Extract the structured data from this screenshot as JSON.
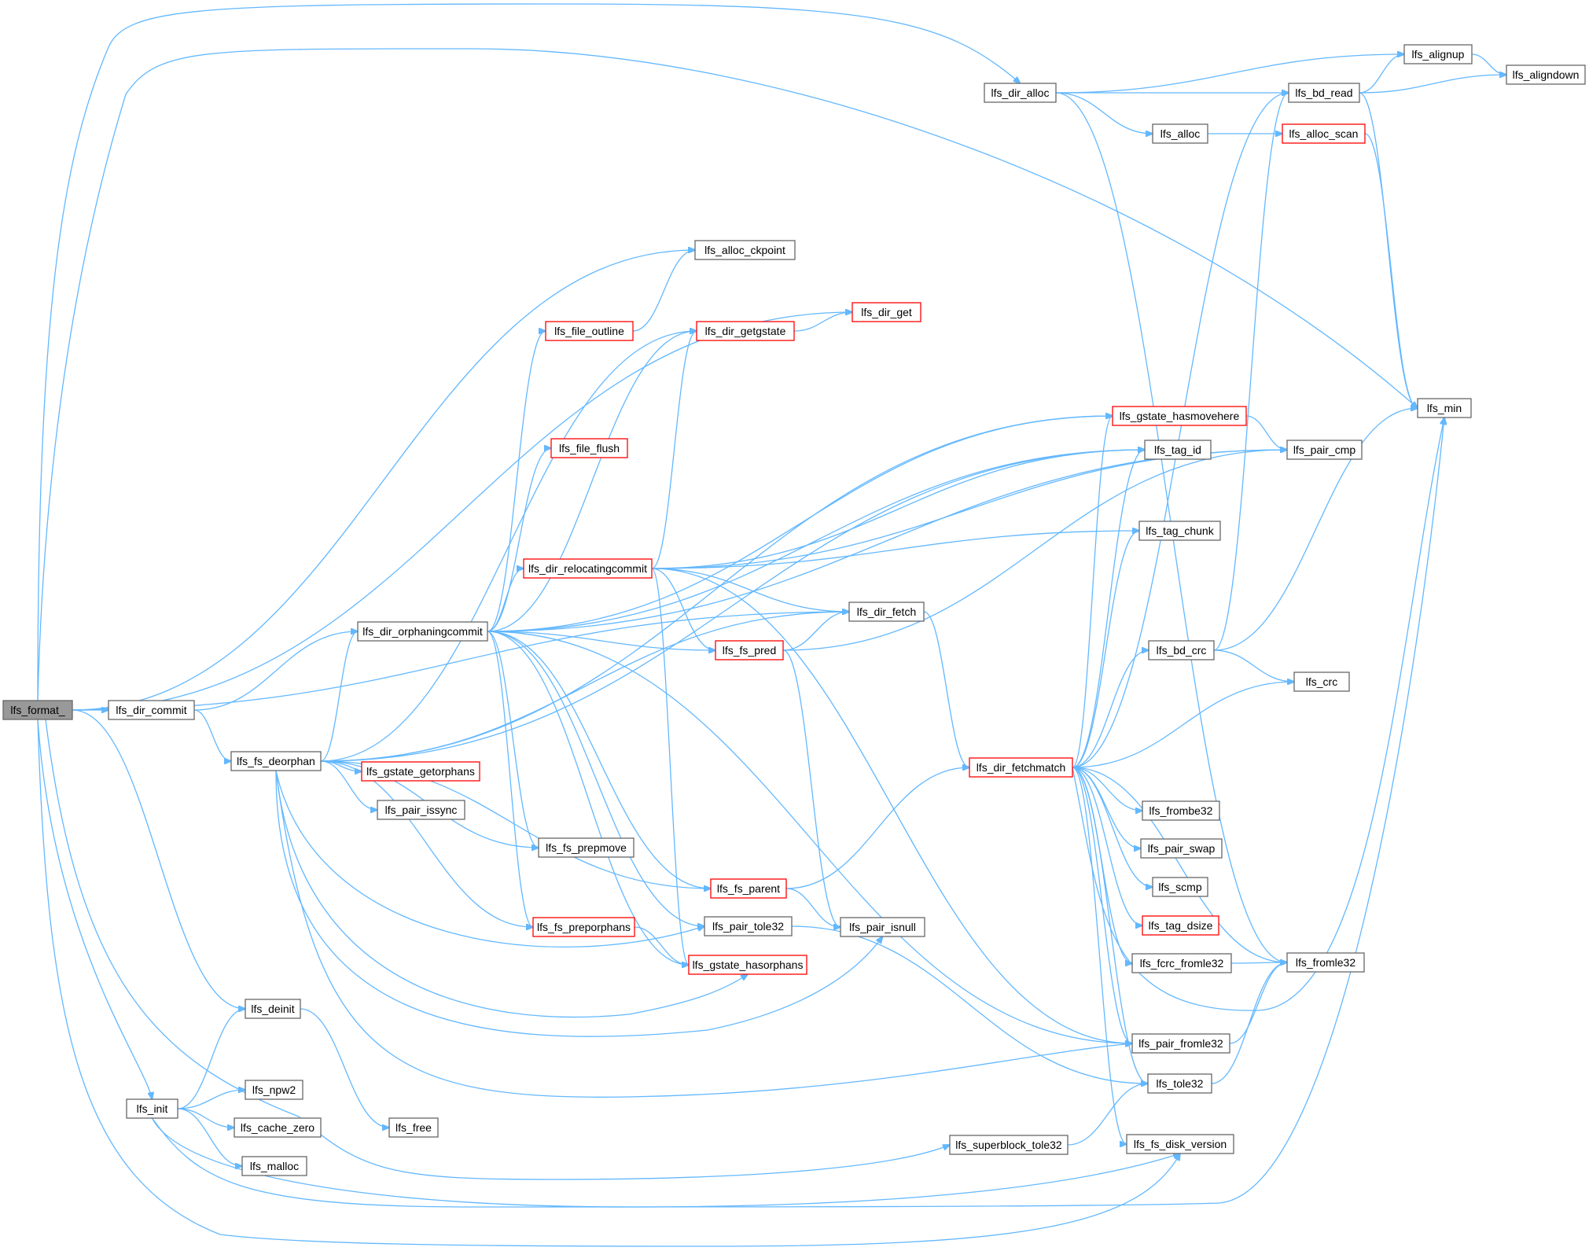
{
  "nodes": [
    {
      "id": "lfs_format_",
      "label": "lfs_format_",
      "style": "root"
    },
    {
      "id": "lfs_dir_commit",
      "label": "lfs_dir_commit",
      "style": "normal"
    },
    {
      "id": "lfs_fs_deorphan",
      "label": "lfs_fs_deorphan",
      "style": "normal"
    },
    {
      "id": "lfs_dir_orphaningcommit",
      "label": "lfs_dir_orphaningcommit",
      "style": "normal"
    },
    {
      "id": "lfs_deinit",
      "label": "lfs_deinit",
      "style": "normal"
    },
    {
      "id": "lfs_init",
      "label": "lfs_init",
      "style": "normal"
    },
    {
      "id": "lfs_npw2",
      "label": "lfs_npw2",
      "style": "normal"
    },
    {
      "id": "lfs_cache_zero",
      "label": "lfs_cache_zero",
      "style": "normal"
    },
    {
      "id": "lfs_malloc",
      "label": "lfs_malloc",
      "style": "normal"
    },
    {
      "id": "lfs_free",
      "label": "lfs_free",
      "style": "normal"
    },
    {
      "id": "lfs_alloc_ckpoint",
      "label": "lfs_alloc_ckpoint",
      "style": "normal"
    },
    {
      "id": "lfs_file_outline",
      "label": "lfs_file_outline",
      "style": "red"
    },
    {
      "id": "lfs_dir_getgstate",
      "label": "lfs_dir_getgstate",
      "style": "red"
    },
    {
      "id": "lfs_dir_get",
      "label": "lfs_dir_get",
      "style": "red"
    },
    {
      "id": "lfs_file_flush",
      "label": "lfs_file_flush",
      "style": "red"
    },
    {
      "id": "lfs_dir_relocatingcommit",
      "label": "lfs_dir_relocatingcommit",
      "style": "red"
    },
    {
      "id": "lfs_gstate_getorphans",
      "label": "lfs_gstate_getorphans",
      "style": "red"
    },
    {
      "id": "lfs_pair_issync",
      "label": "lfs_pair_issync",
      "style": "normal"
    },
    {
      "id": "lfs_fs_prepmove",
      "label": "lfs_fs_prepmove",
      "style": "normal"
    },
    {
      "id": "lfs_fs_preporphans",
      "label": "lfs_fs_preporphans",
      "style": "red"
    },
    {
      "id": "lfs_fs_pred",
      "label": "lfs_fs_pred",
      "style": "red"
    },
    {
      "id": "lfs_fs_parent",
      "label": "lfs_fs_parent",
      "style": "red"
    },
    {
      "id": "lfs_pair_tole32",
      "label": "lfs_pair_tole32",
      "style": "normal"
    },
    {
      "id": "lfs_gstate_hasorphans",
      "label": "lfs_gstate_hasorphans",
      "style": "red"
    },
    {
      "id": "lfs_dir_fetch",
      "label": "lfs_dir_fetch",
      "style": "normal"
    },
    {
      "id": "lfs_pair_isnull",
      "label": "lfs_pair_isnull",
      "style": "normal"
    },
    {
      "id": "lfs_dir_fetchmatch",
      "label": "lfs_dir_fetchmatch",
      "style": "red"
    },
    {
      "id": "lfs_superblock_tole32",
      "label": "lfs_superblock_tole32",
      "style": "normal"
    },
    {
      "id": "lfs_dir_alloc",
      "label": "lfs_dir_alloc",
      "style": "normal"
    },
    {
      "id": "lfs_alloc",
      "label": "lfs_alloc",
      "style": "normal"
    },
    {
      "id": "lfs_gstate_hasmovehere",
      "label": "lfs_gstate_hasmovehere",
      "style": "red"
    },
    {
      "id": "lfs_tag_id",
      "label": "lfs_tag_id",
      "style": "normal"
    },
    {
      "id": "lfs_tag_chunk",
      "label": "lfs_tag_chunk",
      "style": "normal"
    },
    {
      "id": "lfs_bd_crc",
      "label": "lfs_bd_crc",
      "style": "normal"
    },
    {
      "id": "lfs_frombe32",
      "label": "lfs_frombe32",
      "style": "normal"
    },
    {
      "id": "lfs_pair_swap",
      "label": "lfs_pair_swap",
      "style": "normal"
    },
    {
      "id": "lfs_scmp",
      "label": "lfs_scmp",
      "style": "normal"
    },
    {
      "id": "lfs_tag_dsize",
      "label": "lfs_tag_dsize",
      "style": "red"
    },
    {
      "id": "lfs_fcrc_fromle32",
      "label": "lfs_fcrc_fromle32",
      "style": "normal"
    },
    {
      "id": "lfs_pair_fromle32",
      "label": "lfs_pair_fromle32",
      "style": "normal"
    },
    {
      "id": "lfs_tole32",
      "label": "lfs_tole32",
      "style": "normal"
    },
    {
      "id": "lfs_fs_disk_version",
      "label": "lfs_fs_disk_version",
      "style": "normal"
    },
    {
      "id": "lfs_bd_read",
      "label": "lfs_bd_read",
      "style": "normal"
    },
    {
      "id": "lfs_alloc_scan",
      "label": "lfs_alloc_scan",
      "style": "red"
    },
    {
      "id": "lfs_alignup",
      "label": "lfs_alignup",
      "style": "normal"
    },
    {
      "id": "lfs_aligndown",
      "label": "lfs_aligndown",
      "style": "normal"
    },
    {
      "id": "lfs_min",
      "label": "lfs_min",
      "style": "normal"
    },
    {
      "id": "lfs_pair_cmp",
      "label": "lfs_pair_cmp",
      "style": "normal"
    },
    {
      "id": "lfs_crc",
      "label": "lfs_crc",
      "style": "normal"
    },
    {
      "id": "lfs_fromle32",
      "label": "lfs_fromle32",
      "style": "normal"
    }
  ],
  "edges": [
    [
      "lfs_format_",
      "lfs_dir_commit"
    ],
    [
      "lfs_format_",
      "lfs_dir_alloc"
    ],
    [
      "lfs_format_",
      "lfs_min"
    ],
    [
      "lfs_format_",
      "lfs_dir_get"
    ],
    [
      "lfs_format_",
      "lfs_alloc_ckpoint"
    ],
    [
      "lfs_format_",
      "lfs_deinit"
    ],
    [
      "lfs_format_",
      "lfs_init"
    ],
    [
      "lfs_format_",
      "lfs_superblock_tole32"
    ],
    [
      "lfs_format_",
      "lfs_fs_disk_version"
    ],
    [
      "lfs_format_",
      "lfs_dir_fetch"
    ],
    [
      "lfs_dir_commit",
      "lfs_dir_orphaningcommit"
    ],
    [
      "lfs_dir_commit",
      "lfs_fs_deorphan"
    ],
    [
      "lfs_fs_deorphan",
      "lfs_dir_orphaningcommit"
    ],
    [
      "lfs_fs_deorphan",
      "lfs_gstate_getorphans"
    ],
    [
      "lfs_fs_deorphan",
      "lfs_pair_issync"
    ],
    [
      "lfs_fs_deorphan",
      "lfs_fs_prepmove"
    ],
    [
      "lfs_fs_deorphan",
      "lfs_fs_parent"
    ],
    [
      "lfs_fs_deorphan",
      "lfs_fs_preporphans"
    ],
    [
      "lfs_fs_deorphan",
      "lfs_pair_tole32"
    ],
    [
      "lfs_fs_deorphan",
      "lfs_gstate_hasorphans"
    ],
    [
      "lfs_fs_deorphan",
      "lfs_pair_isnull"
    ],
    [
      "lfs_fs_deorphan",
      "lfs_pair_fromle32"
    ],
    [
      "lfs_fs_deorphan",
      "lfs_dir_fetch"
    ],
    [
      "lfs_fs_deorphan",
      "lfs_dir_getgstate"
    ],
    [
      "lfs_fs_deorphan",
      "lfs_gstate_hasmovehere"
    ],
    [
      "lfs_fs_deorphan",
      "lfs_tag_id"
    ],
    [
      "lfs_dir_orphaningcommit",
      "lfs_file_outline"
    ],
    [
      "lfs_dir_orphaningcommit",
      "lfs_dir_getgstate"
    ],
    [
      "lfs_dir_orphaningcommit",
      "lfs_file_flush"
    ],
    [
      "lfs_dir_orphaningcommit",
      "lfs_gstate_hasmovehere"
    ],
    [
      "lfs_dir_orphaningcommit",
      "lfs_tag_id"
    ],
    [
      "lfs_dir_orphaningcommit",
      "lfs_pair_cmp"
    ],
    [
      "lfs_dir_orphaningcommit",
      "lfs_dir_relocatingcommit"
    ],
    [
      "lfs_dir_orphaningcommit",
      "lfs_fs_pred"
    ],
    [
      "lfs_dir_orphaningcommit",
      "lfs_fs_prepmove"
    ],
    [
      "lfs_dir_orphaningcommit",
      "lfs_fs_preporphans"
    ],
    [
      "lfs_dir_orphaningcommit",
      "lfs_fs_parent"
    ],
    [
      "lfs_dir_orphaningcommit",
      "lfs_pair_tole32"
    ],
    [
      "lfs_dir_orphaningcommit",
      "lfs_gstate_hasorphans"
    ],
    [
      "lfs_dir_orphaningcommit",
      "lfs_pair_fromle32"
    ],
    [
      "lfs_dir_relocatingcommit",
      "lfs_dir_getgstate"
    ],
    [
      "lfs_dir_relocatingcommit",
      "lfs_tag_id"
    ],
    [
      "lfs_dir_relocatingcommit",
      "lfs_pair_cmp"
    ],
    [
      "lfs_dir_relocatingcommit",
      "lfs_tag_chunk"
    ],
    [
      "lfs_dir_relocatingcommit",
      "lfs_dir_fetch"
    ],
    [
      "lfs_dir_relocatingcommit",
      "lfs_fs_pred"
    ],
    [
      "lfs_dir_relocatingcommit",
      "lfs_gstate_hasorphans"
    ],
    [
      "lfs_dir_relocatingcommit",
      "lfs_pair_fromle32"
    ],
    [
      "lfs_file_outline",
      "lfs_alloc_ckpoint"
    ],
    [
      "lfs_dir_getgstate",
      "lfs_dir_get"
    ],
    [
      "lfs_fs_pred",
      "lfs_dir_fetch"
    ],
    [
      "lfs_fs_pred",
      "lfs_pair_cmp"
    ],
    [
      "lfs_fs_pred",
      "lfs_pair_isnull"
    ],
    [
      "lfs_fs_parent",
      "lfs_dir_fetchmatch"
    ],
    [
      "lfs_fs_parent",
      "lfs_pair_isnull"
    ],
    [
      "lfs_fs_preporphans",
      "lfs_gstate_hasorphans"
    ],
    [
      "lfs_pair_tole32",
      "lfs_tole32"
    ],
    [
      "lfs_dir_fetch",
      "lfs_dir_fetchmatch"
    ],
    [
      "lfs_dir_fetchmatch",
      "lfs_gstate_hasmovehere"
    ],
    [
      "lfs_dir_fetchmatch",
      "lfs_tag_id"
    ],
    [
      "lfs_dir_fetchmatch",
      "lfs_tag_chunk"
    ],
    [
      "lfs_dir_fetchmatch",
      "lfs_bd_crc"
    ],
    [
      "lfs_dir_fetchmatch",
      "lfs_crc"
    ],
    [
      "lfs_dir_fetchmatch",
      "lfs_frombe32"
    ],
    [
      "lfs_dir_fetchmatch",
      "lfs_pair_swap"
    ],
    [
      "lfs_dir_fetchmatch",
      "lfs_scmp"
    ],
    [
      "lfs_dir_fetchmatch",
      "lfs_tag_dsize"
    ],
    [
      "lfs_dir_fetchmatch",
      "lfs_fcrc_fromle32"
    ],
    [
      "lfs_dir_fetchmatch",
      "lfs_pair_fromle32"
    ],
    [
      "lfs_dir_fetchmatch",
      "lfs_tole32"
    ],
    [
      "lfs_dir_fetchmatch",
      "lfs_fs_disk_version"
    ],
    [
      "lfs_dir_fetchmatch",
      "lfs_fromle32"
    ],
    [
      "lfs_dir_fetchmatch",
      "lfs_bd_read"
    ],
    [
      "lfs_dir_fetchmatch",
      "lfs_min"
    ],
    [
      "lfs_dir_alloc",
      "lfs_alignup"
    ],
    [
      "lfs_dir_alloc",
      "lfs_bd_read"
    ],
    [
      "lfs_dir_alloc",
      "lfs_alloc"
    ],
    [
      "lfs_dir_alloc",
      "lfs_fromle32"
    ],
    [
      "lfs_alloc",
      "lfs_alloc_scan"
    ],
    [
      "lfs_alloc_scan",
      "lfs_min"
    ],
    [
      "lfs_bd_read",
      "lfs_alignup"
    ],
    [
      "lfs_bd_read",
      "lfs_aligndown"
    ],
    [
      "lfs_bd_read",
      "lfs_min"
    ],
    [
      "lfs_alignup",
      "lfs_aligndown"
    ],
    [
      "lfs_gstate_hasmovehere",
      "lfs_pair_cmp"
    ],
    [
      "lfs_bd_crc",
      "lfs_bd_read"
    ],
    [
      "lfs_bd_crc",
      "lfs_min"
    ],
    [
      "lfs_bd_crc",
      "lfs_crc"
    ],
    [
      "lfs_fcrc_fromle32",
      "lfs_fromle32"
    ],
    [
      "lfs_pair_fromle32",
      "lfs_fromle32"
    ],
    [
      "lfs_tole32",
      "lfs_fromle32"
    ],
    [
      "lfs_superblock_tole32",
      "lfs_tole32"
    ],
    [
      "lfs_init",
      "lfs_deinit"
    ],
    [
      "lfs_init",
      "lfs_npw2"
    ],
    [
      "lfs_init",
      "lfs_cache_zero"
    ],
    [
      "lfs_init",
      "lfs_malloc"
    ],
    [
      "lfs_init",
      "lfs_min"
    ],
    [
      "lfs_init",
      "lfs_fs_disk_version"
    ],
    [
      "lfs_deinit",
      "lfs_free"
    ]
  ]
}
